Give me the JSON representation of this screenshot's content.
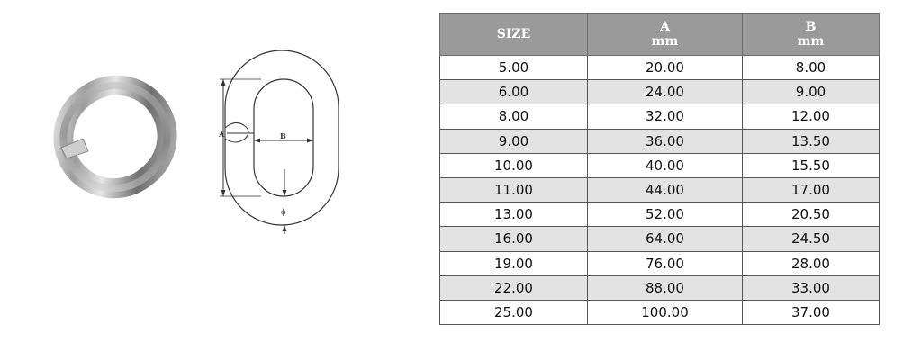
{
  "diagram": {
    "label_a": "A",
    "label_b": "B",
    "label_phi": "ϕ"
  },
  "table": {
    "headers": [
      {
        "title": "SIZE",
        "unit": ""
      },
      {
        "title": "A",
        "unit": "mm"
      },
      {
        "title": "B",
        "unit": "mm"
      }
    ],
    "rows": [
      [
        "5.00",
        "20.00",
        "8.00"
      ],
      [
        "6.00",
        "24.00",
        "9.00"
      ],
      [
        "8.00",
        "32.00",
        "12.00"
      ],
      [
        "9.00",
        "36.00",
        "13.50"
      ],
      [
        "10.00",
        "40.00",
        "15.50"
      ],
      [
        "11.00",
        "44.00",
        "17.00"
      ],
      [
        "13.00",
        "52.00",
        "20.50"
      ],
      [
        "16.00",
        "64.00",
        "24.50"
      ],
      [
        "19.00",
        "76.00",
        "28.00"
      ],
      [
        "22.00",
        "88.00",
        "33.00"
      ],
      [
        "25.00",
        "100.00",
        "37.00"
      ]
    ]
  },
  "colors": {
    "header_bg": "#9a9a9a",
    "stripe_bg": "#e3e3e3"
  }
}
